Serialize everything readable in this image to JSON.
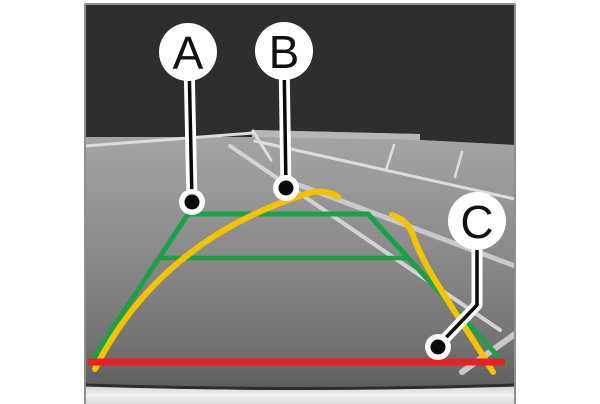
{
  "diagram": {
    "callouts": [
      {
        "label": "A"
      },
      {
        "label": "B"
      },
      {
        "label": "C"
      }
    ],
    "colors": {
      "sky_dark": "#2f2d2e",
      "ground_light": "#a4a4a4",
      "ground_dark": "#565656",
      "parking_line_white": "#dcdcdc",
      "guideline_green": "#19a24a",
      "predicted_path_yellow": "#f2c400",
      "warning_line_red": "#ee1c25",
      "bumper_silver": "#f2f2f2"
    }
  }
}
